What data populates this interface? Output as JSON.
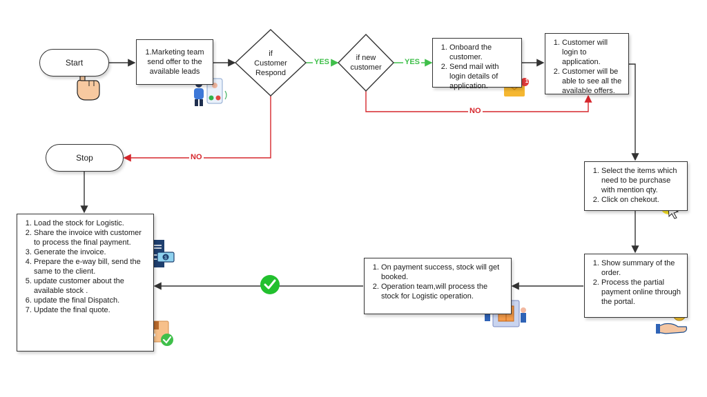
{
  "start": {
    "label": "Start",
    "icon": "pointing-hand-icon"
  },
  "stop": {
    "label": "Stop"
  },
  "step_marketing": {
    "label": "1.Marketing team send offer to the available leads",
    "icon": "marketing-team-icon"
  },
  "decision_respond": {
    "line1": "if",
    "line2": "Customer",
    "line3": "Respond"
  },
  "decision_new": {
    "line1": "if new",
    "line2": "customer"
  },
  "step_onboard": {
    "items": [
      "Onboard the customer.",
      "Send mail with login details of application."
    ],
    "icon": "mail-notification-icon",
    "badge": "1"
  },
  "step_login": {
    "items": [
      "Customer will login to application.",
      "Customer will be able to see all the available offers."
    ]
  },
  "step_select": {
    "items": [
      "Select the items which need to be purchase with mention qty.",
      "Click on chekout."
    ],
    "icon": "click-cursor-icon"
  },
  "step_summary": {
    "items": [
      "Show summary of the order.",
      "Process the partial payment online through the portal."
    ],
    "icon": "hand-coin-icon"
  },
  "step_payment": {
    "items": [
      "On payment success, stock will get booked.",
      "Operation team,will process the stock for Logistic operation."
    ],
    "icon": "warehouse-workers-icon"
  },
  "step_final": {
    "items": [
      "Load the stock for Logistic.",
      "Share the invoice with customer to process the final payment.",
      "Generate the invoice.",
      "Prepare the e-way bill, send the same to the client.",
      "update customer about the available stock .",
      "update the final Dispatch.",
      "Update the final quote."
    ],
    "icon_invoice": "invoice-icon",
    "icon_box": "package-check-icon"
  },
  "edges": {
    "yes1": "YES",
    "yes2": "YES",
    "no1": "NO",
    "no2": "NO"
  },
  "colors": {
    "yes": "#3fbf4a",
    "no": "#d6262c",
    "line": "#333333"
  }
}
